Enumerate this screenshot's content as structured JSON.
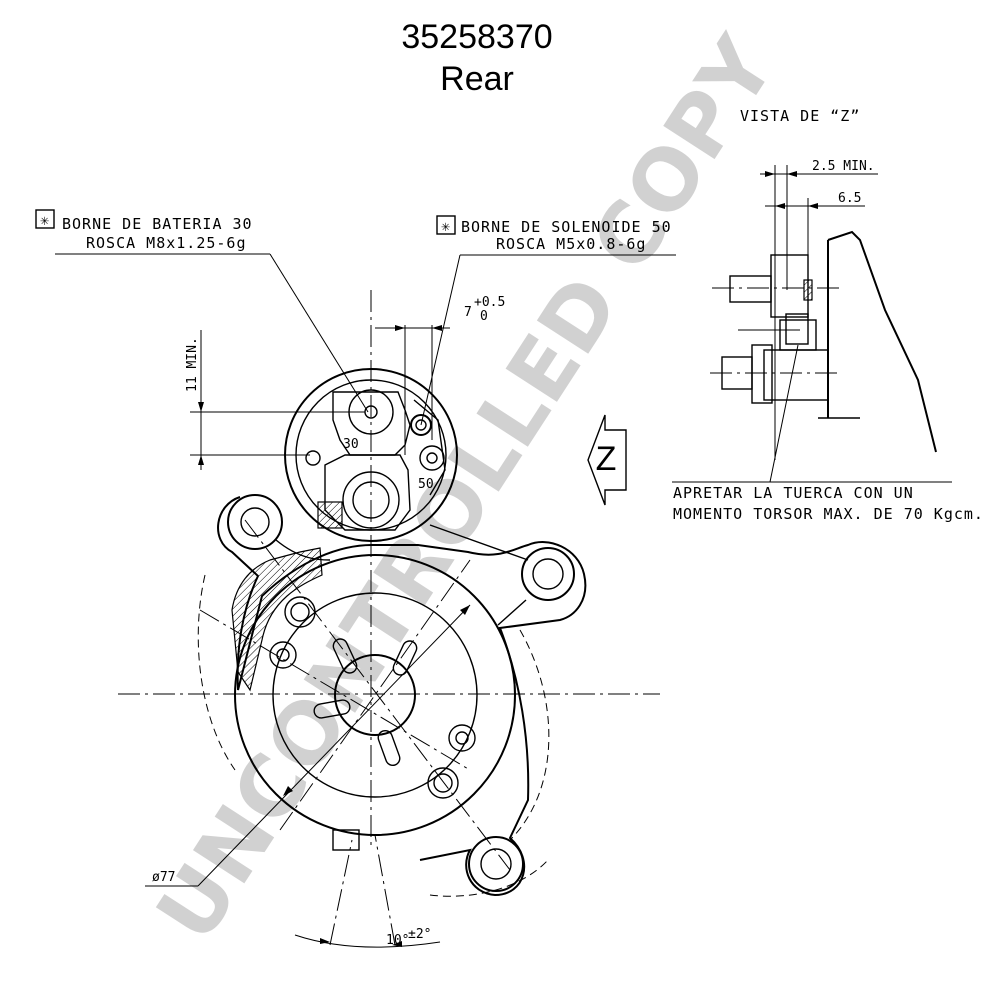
{
  "header": {
    "part_number": "35258370",
    "view_name": "Rear"
  },
  "detail_view": {
    "title": "VISTA DE “Z”",
    "dim_min": "2.5 MIN.",
    "dim_value": "6.5"
  },
  "notes": {
    "battery_terminal": {
      "marker": "✳",
      "line1": "BORNE DE BATERIA 30",
      "line2": "ROSCA M8x1.25-6g"
    },
    "solenoid_terminal": {
      "marker": "✳",
      "line1": "BORNE DE SOLENOIDE 50",
      "line2": "ROSCA M5x0.8-6g"
    },
    "torque": {
      "line1": "APRETAR LA TUERCA CON UN",
      "line2": "MOMENTO TORSOR MAX. DE 70 Kgcm."
    }
  },
  "dimensions": {
    "terminal_spacing": "7",
    "terminal_spacing_tol_upper": "+0.5",
    "terminal_spacing_tol_lower": "0",
    "clearance": "11 MIN.",
    "diameter": "ø77",
    "angle": "10°",
    "angle_tol": "±2°"
  },
  "labels": {
    "terminal_30": "30",
    "terminal_50": "50",
    "view_arrow": "Z"
  },
  "watermark": "UNCONTROLLED COPY"
}
